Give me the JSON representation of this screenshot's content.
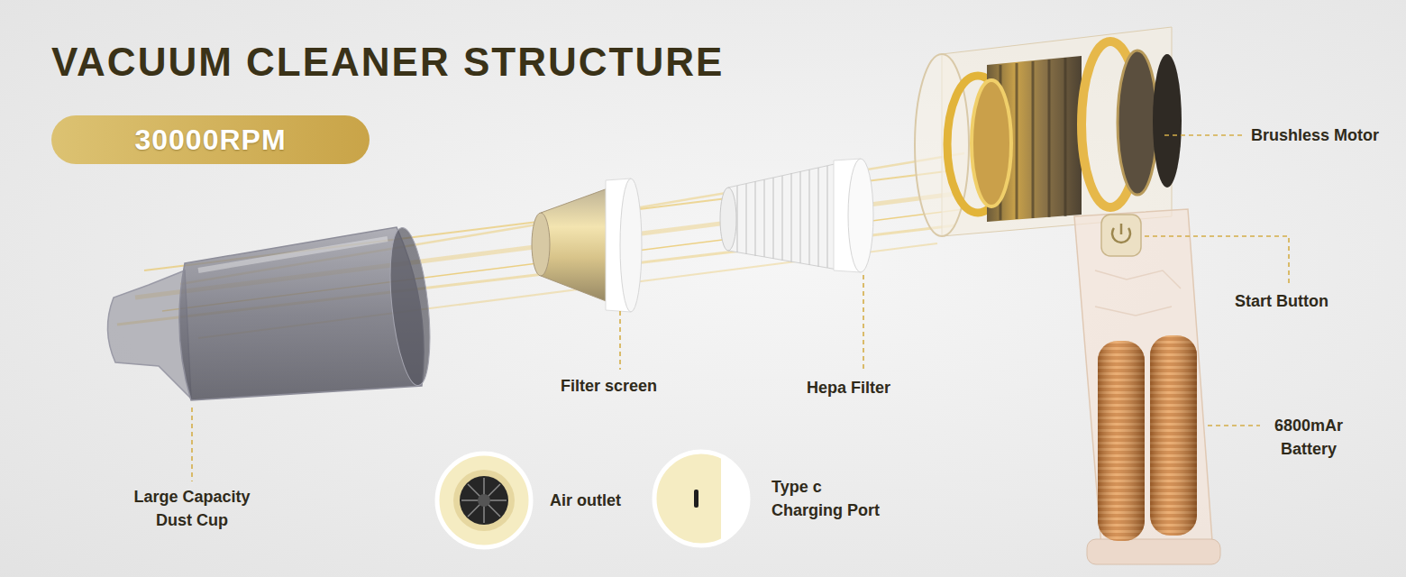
{
  "diagram": {
    "title": "VACUUM CLEANER STRUCTURE",
    "nodes": [
      {
        "text": [
          "30000RPM"
        ]
      }
    ],
    "labels": [
      "Brushless Motor",
      "Start Button",
      "6800mAr Battery",
      "Large Capacity Dust Cup",
      "Filter screen",
      "Hepa Filter",
      "Air outlet",
      "Type c Charging Port"
    ]
  }
}
